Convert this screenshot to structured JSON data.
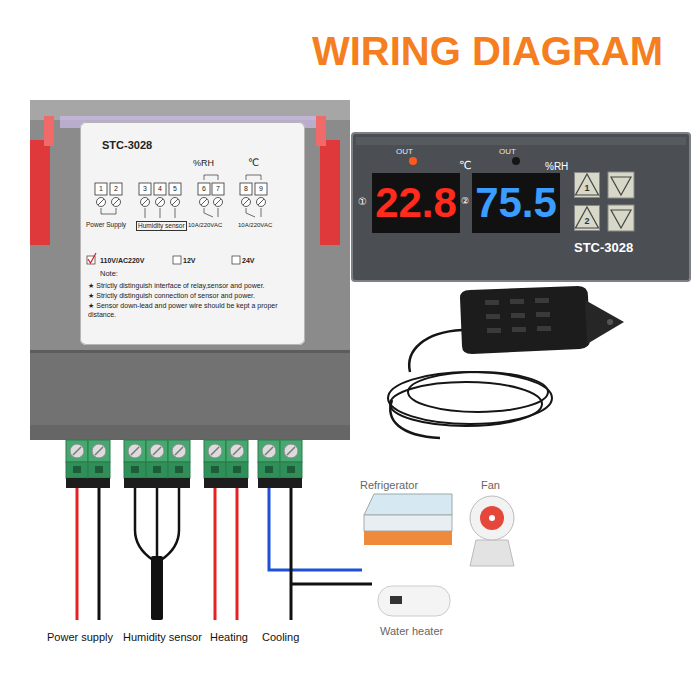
{
  "diagram": {
    "title": "WIRING DIAGRAM",
    "nodes": [
      {
        "text": [
          "STC-3028",
          "1",
          "2",
          "3",
          "4",
          "5",
          "6",
          "7",
          "8",
          "9",
          "Power Supply",
          "Humidity sensor",
          "%RH",
          "℃",
          "10A/220VAC",
          "10A/220VAC",
          "110V/AC220V",
          "12V",
          "24V",
          "Note:",
          "★ Strictly distinguish interface of relay,sensor and power.",
          "★ Strictly distinguish connection of sensor and power.",
          "★ Sensor down-lead and power wire should be kept a proper distance."
        ]
      },
      {
        "text": [
          "OUT",
          "OUT",
          "℃",
          "%RH",
          "22.8",
          "75.5",
          "①",
          "②",
          "STC-3028"
        ]
      },
      {
        "text": [
          "1"
        ],
        "in": 1
      },
      {
        "text": [
          "2"
        ],
        "in": 1
      }
    ],
    "labels": [
      "Power supply",
      "Humidity sensor",
      "Heating",
      "Cooling",
      "Refrigerator",
      "Fan",
      "Water heater"
    ]
  }
}
